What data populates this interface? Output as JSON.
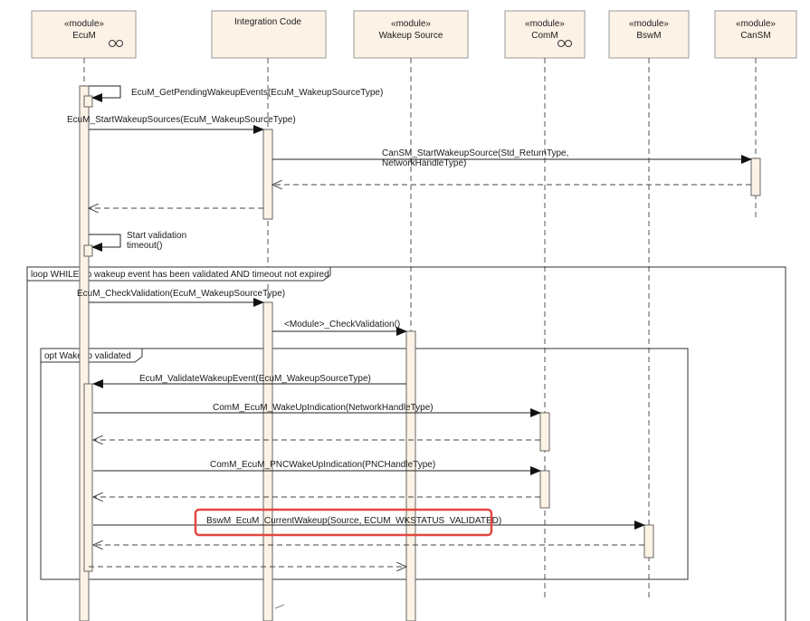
{
  "participants": [
    {
      "id": "ecum",
      "stereotype": "«module»",
      "name": "EcuM",
      "component_icon": true
    },
    {
      "id": "integ",
      "stereotype": "",
      "name": "Integration Code",
      "component_icon": false
    },
    {
      "id": "wake",
      "stereotype": "«module»",
      "name": "Wakeup Source",
      "component_icon": false
    },
    {
      "id": "comm",
      "stereotype": "«module»",
      "name": "ComM",
      "component_icon": true
    },
    {
      "id": "bswm",
      "stereotype": "«module»",
      "name": "BswM",
      "component_icon": false
    },
    {
      "id": "cansm",
      "stereotype": "«module»",
      "name": "CanSM",
      "component_icon": false
    }
  ],
  "messages": [
    {
      "from": "ecum",
      "to": "ecum",
      "type": "self",
      "lines": [
        "EcuM_GetPendingWakeupEvents(EcuM_WakeupSourceType)"
      ]
    },
    {
      "from": "ecum",
      "to": "integ",
      "type": "sync",
      "lines": [
        "EcuM_StartWakeupSources(EcuM_WakeupSourceType)"
      ]
    },
    {
      "from": "integ",
      "to": "cansm",
      "type": "sync",
      "lines": [
        "CanSM_StartWakeupSource(Std_ReturnType,",
        "NetworkHandleType)"
      ]
    },
    {
      "from": "cansm",
      "to": "integ",
      "type": "return",
      "lines": []
    },
    {
      "from": "integ",
      "to": "ecum",
      "type": "return",
      "lines": []
    },
    {
      "from": "ecum",
      "to": "ecum",
      "type": "self",
      "lines": [
        "Start validation",
        "timeout()"
      ]
    },
    {
      "from": "ecum",
      "to": "integ",
      "type": "sync",
      "lines": [
        "EcuM_CheckValidation(EcuM_WakeupSourceType)"
      ]
    },
    {
      "from": "integ",
      "to": "wake",
      "type": "sync",
      "lines": [
        "<Module>_CheckValidation()"
      ]
    },
    {
      "from": "wake",
      "to": "ecum",
      "type": "sync",
      "lines": [
        "EcuM_ValidateWakeupEvent(EcuM_WakeupSourceType)"
      ]
    },
    {
      "from": "ecum",
      "to": "comm",
      "type": "sync",
      "lines": [
        "ComM_EcuM_WakeUpIndication(NetworkHandleType)"
      ]
    },
    {
      "from": "comm",
      "to": "ecum",
      "type": "return",
      "lines": []
    },
    {
      "from": "ecum",
      "to": "comm",
      "type": "sync",
      "lines": [
        "ComM_EcuM_PNCWakeUpIndication(PNCHandleType)"
      ]
    },
    {
      "from": "comm",
      "to": "ecum",
      "type": "return",
      "lines": []
    },
    {
      "from": "ecum",
      "to": "bswm",
      "type": "sync",
      "lines": [
        "BswM_EcuM_CurrentWakeup(Source, ECUM_WKSTATUS_VALIDATED)"
      ],
      "highlight": true
    },
    {
      "from": "bswm",
      "to": "ecum",
      "type": "return",
      "lines": []
    },
    {
      "from": "ecum",
      "to": "wake",
      "type": "return",
      "lines": []
    }
  ],
  "fragments": [
    {
      "kind": "loop",
      "label": "loop WHILE no wakeup event has been validated AND timeout not expired"
    },
    {
      "kind": "opt",
      "label": "opt Wakeup validated"
    }
  ],
  "colors": {
    "box_fill": "#fdf2e6",
    "box_stroke": "#999999",
    "lifeline": "#555555",
    "activation_fill": "#fdf2e6",
    "line": "#222222",
    "frame": "#333333",
    "highlight": "#e2473f"
  }
}
